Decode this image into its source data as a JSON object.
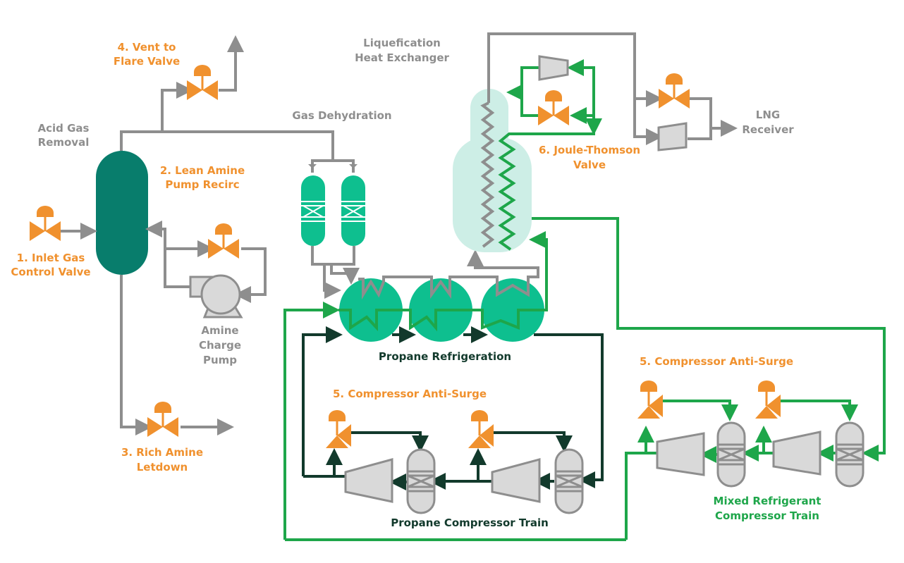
{
  "diagram": {
    "title": "LNG Liquefaction Process Control Valves",
    "colors": {
      "valve": "#f0912e",
      "process_gas": "#8e8e8e",
      "mixed_refrigerant": "#1ea64a",
      "propane": "#123a2c",
      "absorber": "#087d6c",
      "dehydration": "#0ebf8f",
      "heat_exchanger_shell": "#cdeee6",
      "equipment_fill": "#d9d9d9"
    },
    "sections": {
      "acid_gas_removal": [
        "Acid Gas",
        "Removal"
      ],
      "gas_dehydration": "Gas Dehydration",
      "liquefaction_hx": [
        "Liquefication",
        "Heat Exchanger"
      ],
      "lng_receiver": [
        "LNG",
        "Receiver"
      ],
      "amine_pump": [
        "Amine",
        "Charge",
        "Pump"
      ],
      "propane_refrigeration": "Propane Refrigeration",
      "propane_compressor_train": "Propane Compressor Train",
      "mr_compressor_train": [
        "Mixed Refrigerant",
        "Compressor Train"
      ]
    },
    "valves": [
      {
        "id": 1,
        "label": [
          "1. Inlet Gas",
          "Control Valve"
        ]
      },
      {
        "id": 2,
        "label": [
          "2. Lean Amine",
          "Pump Recirc"
        ]
      },
      {
        "id": 3,
        "label": [
          "3. Rich Amine",
          "Letdown"
        ]
      },
      {
        "id": 4,
        "label": [
          "4. Vent to",
          "Flare Valve"
        ]
      },
      {
        "id": 5,
        "label": "5. Compressor Anti-Surge"
      },
      {
        "id": 5,
        "label": "5. Compressor Anti-Surge"
      },
      {
        "id": 6,
        "label": [
          "6. Joule-Thomson",
          "Valve"
        ]
      }
    ]
  }
}
